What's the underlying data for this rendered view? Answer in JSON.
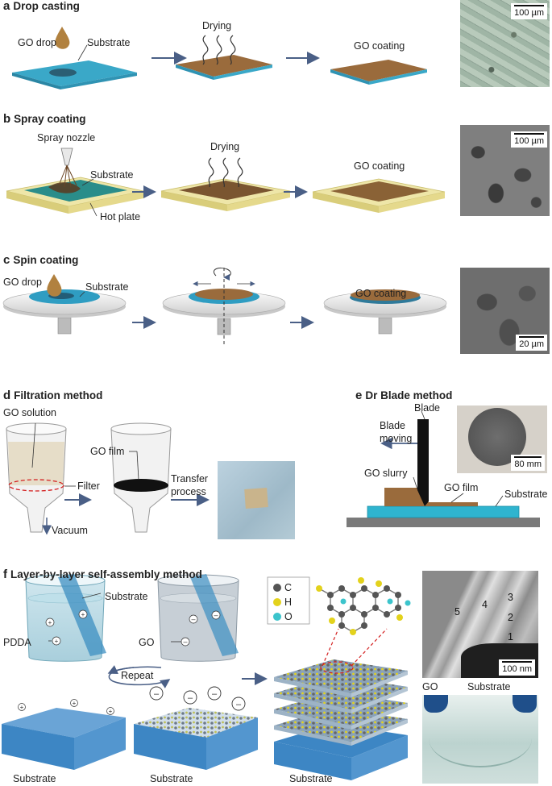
{
  "panels": {
    "a": {
      "letter": "a",
      "title": "Drop casting",
      "go_drop": "GO drop",
      "substrate": "Substrate",
      "drying": "Drying",
      "go_coating": "GO coating",
      "scale": "100 µm"
    },
    "b": {
      "letter": "b",
      "title": "Spray coating",
      "spray_nozzle": "Spray nozzle",
      "substrate": "Substrate",
      "hot_plate": "Hot plate",
      "drying": "Drying",
      "go_coating": "GO coating",
      "scale": "100 µm"
    },
    "c": {
      "letter": "c",
      "title": "Spin coating",
      "go_drop": "GO drop",
      "substrate": "Substrate",
      "go_coating": "GO coating",
      "scale": "20 µm"
    },
    "d": {
      "letter": "d",
      "title": "Filtration method",
      "go_solution": "GO solution",
      "filter": "Filter",
      "vacuum": "Vacuum",
      "go_film": "GO film",
      "transfer": "Transfer\nprocess"
    },
    "e": {
      "letter": "e",
      "title": "Dr Blade method",
      "blade": "Blade",
      "blade_moving": "Blade\nmoving",
      "go_slurry": "GO slurry",
      "go_film": "GO film",
      "substrate": "Substrate",
      "scale": "80 mm"
    },
    "f": {
      "letter": "f",
      "title": "Layer-by-layer self-assembly method",
      "substrate_label": "Substrate",
      "pdda": "PDDA",
      "go": "GO",
      "repeat": "Repeat",
      "legend": [
        {
          "symbol": "C",
          "color": "#555555"
        },
        {
          "symbol": "H",
          "color": "#e3d21c"
        },
        {
          "symbol": "O",
          "color": "#3cc4cc"
        }
      ],
      "bottom_labels": [
        "Substrate",
        "Substrate",
        "Substrate"
      ],
      "afm_numbers": [
        "5",
        "4",
        "3",
        "2",
        "1"
      ],
      "afm_go": "GO",
      "afm_substrate": "Substrate",
      "scale": "100 nm"
    }
  },
  "colors": {
    "go_brown": "#9a6b3c",
    "substrate_blue": "#3aa8c8",
    "hot_plate": "#eee6a8",
    "arrow": "#4a5f86"
  }
}
